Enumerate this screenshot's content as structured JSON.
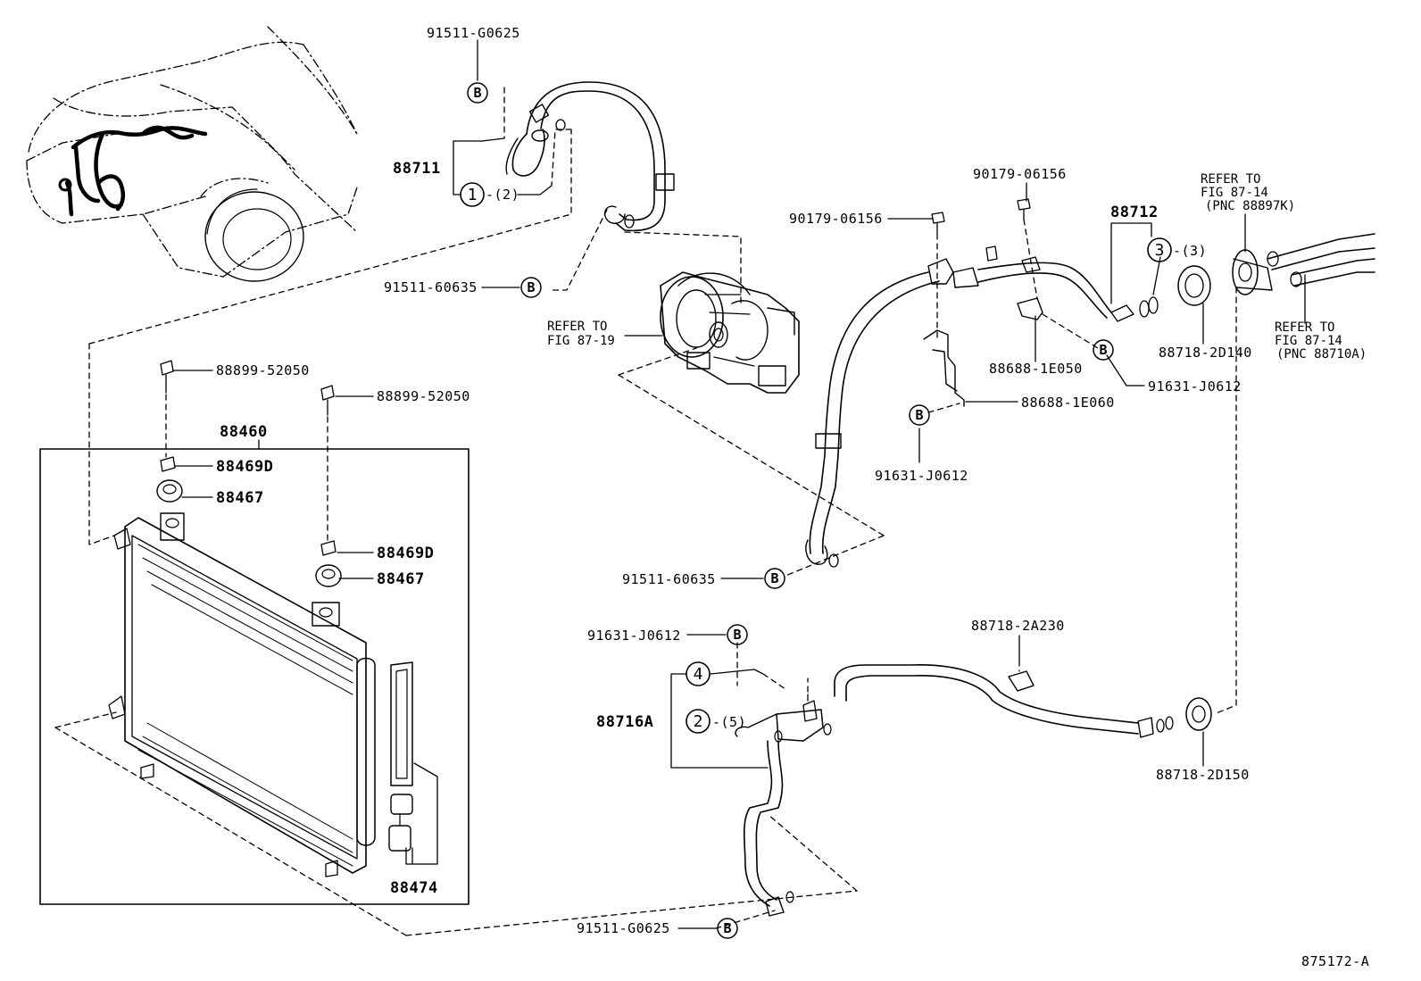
{
  "diagram_id": "875172-A",
  "colors": {
    "ink": "#000000",
    "paper": "#ffffff"
  },
  "labels": {
    "p91511_g0625_top": "91511-G0625",
    "p88711": "88711",
    "p88711_sub": "-(2)",
    "p91511_60635_top": "91511-60635",
    "refer_fig_87_19_l1": "REFER TO",
    "refer_fig_87_19_l2": "FIG 87-19",
    "p88899_a": "88899-52050",
    "p88899_b": "88899-52050",
    "p88460": "88460",
    "p88469d_a": "88469D",
    "p88467_a": "88467",
    "p88469d_b": "88469D",
    "p88467_b": "88467",
    "p88474": "88474",
    "p90179_a": "90179-06156",
    "p90179_b": "90179-06156",
    "p88712": "88712",
    "p88712_sub": "-(3)",
    "refer_87_14_top_l1": "REFER TO",
    "refer_87_14_top_l2": "FIG 87-14",
    "refer_87_14_top_l3": "(PNC 88897K)",
    "p88718_2d140": "88718-2D140",
    "refer_87_14_bot_l1": "REFER TO",
    "refer_87_14_bot_l2": "FIG 87-14",
    "refer_87_14_bot_l3": "(PNC 88710A)",
    "p88688_1e050": "88688-1E050",
    "p91631_j0612_a": "91631-J0612",
    "p88688_1e060": "88688-1E060",
    "p91631_j0612_b": "91631-J0612",
    "p91511_60635_mid": "91511-60635",
    "p91631_j0612_c": "91631-J0612",
    "p88718_2a230": "88718-2A230",
    "p88716a": "88716A",
    "p88716a_sub": "-(5)",
    "p88718_2d150": "88718-2D150",
    "p91511_g0625_bot": "91511-G0625"
  },
  "markers": {
    "bolt_b": "B",
    "key1": "1",
    "key2": "2",
    "key3": "3",
    "key4": "4"
  }
}
